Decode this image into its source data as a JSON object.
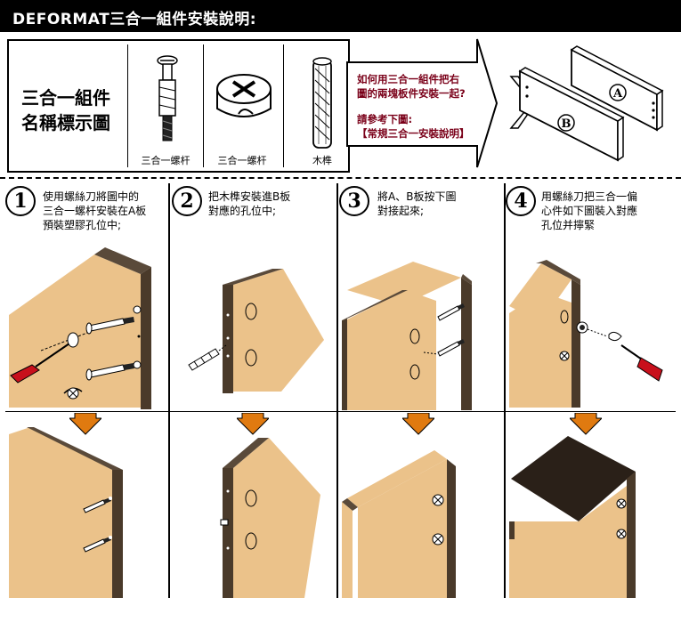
{
  "title": "DEFORMAT三合一組件安裝說明:",
  "parts_box": {
    "heading_line1": "三合一組件",
    "heading_line2": "名稱標示圖",
    "parts": [
      {
        "label": "三合一螺杆",
        "icon": "screw-bolt-icon"
      },
      {
        "label": "三合一螺杆",
        "icon": "cam-lock-icon"
      },
      {
        "label": "木榫",
        "icon": "wood-dowel-icon"
      }
    ]
  },
  "question": {
    "line1": "如何用三合一組件把右",
    "line2": "圖的兩塊板件安裝一起?"
  },
  "reference": {
    "line1": "請參考下圖:",
    "line2": "【常規三合一安裝說明】"
  },
  "boards": {
    "a_label": "A",
    "b_label": "B"
  },
  "steps": [
    {
      "num": "1",
      "line1": "使用螺絲刀將圖中的",
      "line2": "三合一螺杆安裝在A板",
      "line3": "預裝塑膠孔位中;"
    },
    {
      "num": "2",
      "line1": "把木榫安裝進B板",
      "line2": "對應的孔位中;",
      "line3": ""
    },
    {
      "num": "3",
      "line1": "將A、B板按下圖",
      "line2": "對接起來;",
      "line3": ""
    },
    {
      "num": "4",
      "line1": "用螺絲刀把三合一偏",
      "line2": "心件如下圖裝入對應",
      "line3": "孔位并擰緊"
    }
  ],
  "colors": {
    "wood": "#ebc28a",
    "wood_edge": "#5a4a3a",
    "arrow": "#e07a10",
    "text_accent": "#7a0019",
    "screwdriver": "#c8101c"
  }
}
